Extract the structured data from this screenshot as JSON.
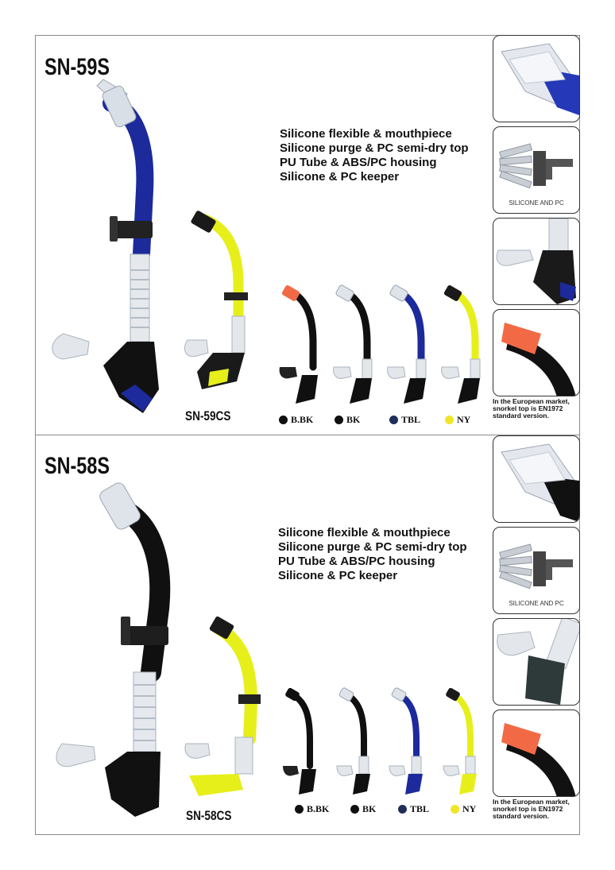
{
  "colors": {
    "royal_blue": "#1c2a9c",
    "black": "#101010",
    "neon_yellow": "#e6ef1a",
    "orange": "#f26a45",
    "navy_dot": "#1f2d5a",
    "yellow_dot": "#f0e528",
    "clear": "#dfe4ea"
  },
  "sections": [
    {
      "model": "SN-59S",
      "sub_model": "SN-59CS",
      "features": [
        "Silicone flexible & mouthpiece",
        "Silicone purge & PC semi-dry top",
        "PU Tube & ABS/PC housing",
        "Silicone & PC keeper"
      ],
      "swatches": [
        {
          "code": "B.BK",
          "color": "#101010"
        },
        {
          "code": "BK",
          "color": "#101010"
        },
        {
          "code": "TBL",
          "color": "#1f2d5a"
        },
        {
          "code": "NY",
          "color": "#f0e528"
        }
      ],
      "thumb_caption": "SILICONE AND PC",
      "note": "In the European market, snorkel top is EN1972 standard version."
    },
    {
      "model": "SN-58S",
      "sub_model": "SN-58CS",
      "features": [
        "Silicone flexible & mouthpiece",
        "Silicone purge & PC semi-dry top",
        "PU Tube & ABS/PC housing",
        "Silicone & PC keeper"
      ],
      "swatches": [
        {
          "code": "B.BK",
          "color": "#101010"
        },
        {
          "code": "BK",
          "color": "#101010"
        },
        {
          "code": "TBL",
          "color": "#1f2d5a"
        },
        {
          "code": "NY",
          "color": "#f0e528"
        }
      ],
      "thumb_caption": "SILICONE AND PC",
      "note": "In the European market, snorkel top is EN1972 standard version."
    }
  ],
  "icons": {
    "snorkel_main": "snorkel-icon",
    "detail_top": "snorkel-top-icon",
    "detail_keeper": "keeper-clip-icon",
    "detail_mouthpiece": "mouthpiece-icon",
    "detail_orange_top": "en1972-top-icon"
  }
}
